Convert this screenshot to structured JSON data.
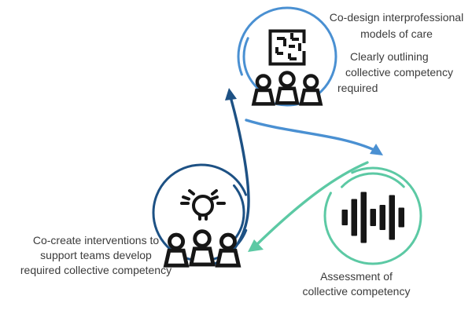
{
  "colors": {
    "bg": "#ffffff",
    "light_blue": "#4a90d2",
    "dark_blue": "#1d5184",
    "green": "#5cc9a4",
    "icon_black": "#161616",
    "text": "#3b3b3b"
  },
  "nodes": {
    "codesign": {
      "icon": "maze-team-icon",
      "ring_color": "light_blue",
      "label_lines": [
        "Co-design interprofessional",
        "models of care"
      ],
      "sublabel_lines": [
        "Clearly outlining",
        "collective competency",
        "required"
      ]
    },
    "cocreate": {
      "icon": "idea-team-icon",
      "ring_color": "dark_blue",
      "label_lines": [
        "Co-create interventions to",
        "support teams develop",
        "required collective competency"
      ]
    },
    "assessment": {
      "icon": "waveform-icon",
      "ring_color": "green",
      "label_lines": [
        "Assessment of",
        "collective competency"
      ]
    }
  },
  "arrows": [
    {
      "name": "codesign-to-assessment",
      "color": "light_blue"
    },
    {
      "name": "assessment-to-cocreate",
      "color": "green"
    },
    {
      "name": "cocreate-to-codesign",
      "color": "dark_blue"
    }
  ],
  "icons": [
    {
      "name": "maze-team-icon",
      "shape": "maze square above three people"
    },
    {
      "name": "idea-team-icon",
      "shape": "lightbulb with rays above three people"
    },
    {
      "name": "waveform-icon",
      "shape": "seven vertical sound bars"
    }
  ]
}
